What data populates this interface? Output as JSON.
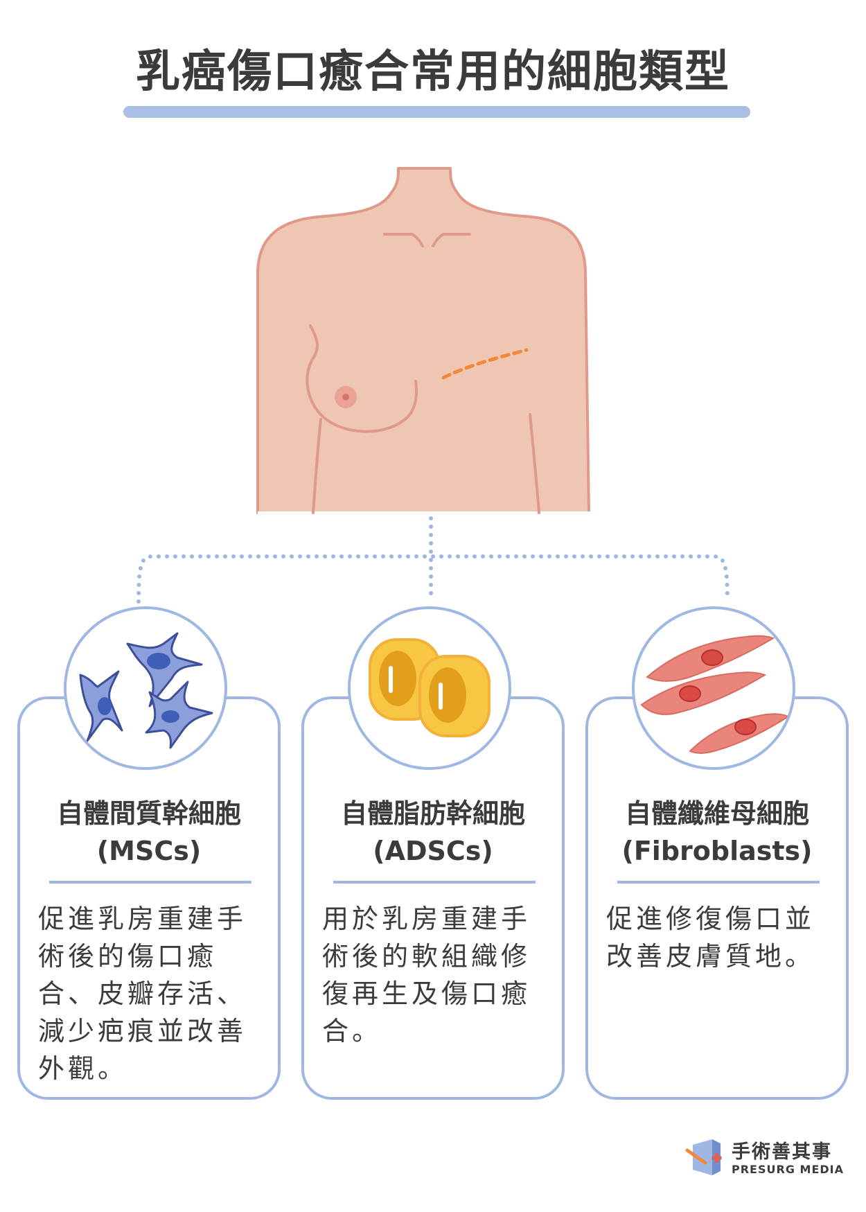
{
  "title": "乳癌傷口癒合常用的細胞類型",
  "cards": [
    {
      "title_line1": "自體間質幹細胞",
      "title_line2": "(MSCs)",
      "body": "促進乳房重建手術後的傷口癒合、皮瓣存活、減少疤痕並改善外觀。",
      "icon": "mesenchymal-stem-cells"
    },
    {
      "title_line1": "自體脂肪幹細胞",
      "title_line2": "(ADSCs)",
      "body": "用於乳房重建手術後的軟組織修復再生及傷口癒合。",
      "icon": "adipose-stem-cells"
    },
    {
      "title_line1": "自體纖維母細胞",
      "title_line2": "(Fibroblasts)",
      "body": "促進修復傷口並改善皮膚質地。",
      "icon": "fibroblasts"
    }
  ],
  "logo": {
    "name_zh": "手術善其事",
    "name_en": "PRESURG MEDIA"
  },
  "colors": {
    "accent_blue": "#9fb7e2",
    "skin": "#eec6b2",
    "skin_outline": "#e0998a",
    "incision": "#f08a3a",
    "msc_cell": "#8c9fda",
    "adipose_cell": "#f7c744",
    "fibroblast": "#e9857a"
  }
}
